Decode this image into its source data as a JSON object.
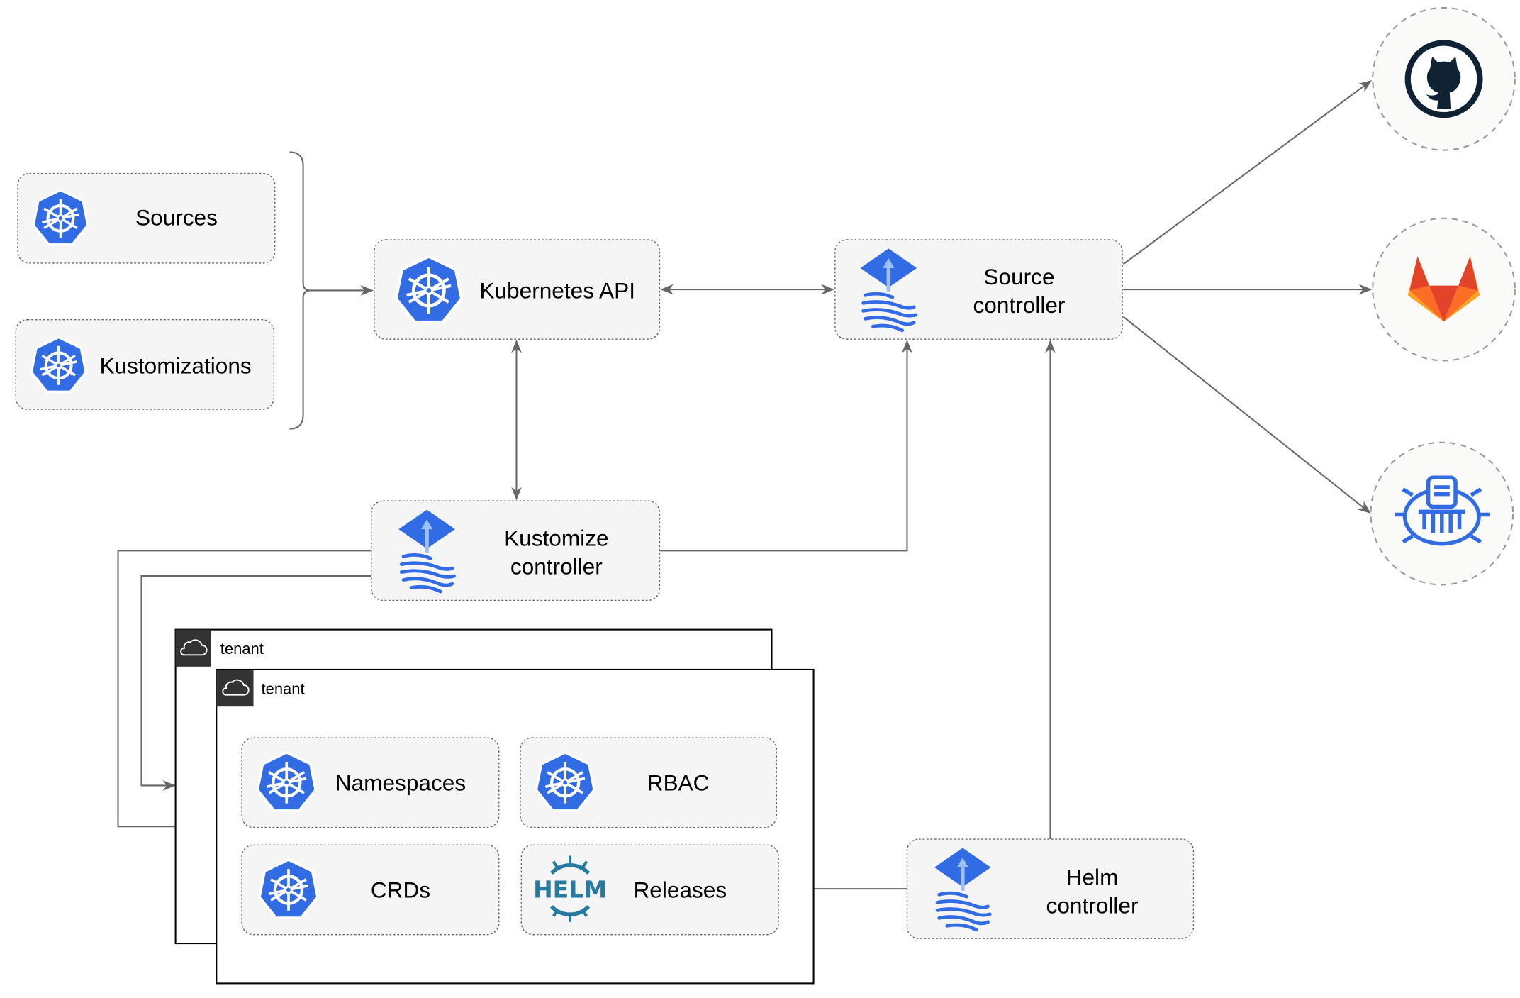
{
  "nodes": {
    "sources": "Sources",
    "kustomizations": "Kustomizations",
    "kubernetes_api": "Kubernetes API",
    "source_controller": [
      "Source",
      "controller"
    ],
    "kustomize_controller": [
      "Kustomize",
      "controller"
    ],
    "helm_controller": [
      "Helm",
      "controller"
    ],
    "namespaces": "Namespaces",
    "rbac": "RBAC",
    "crds": "CRDs",
    "releases": "Releases"
  },
  "tenants": [
    "tenant",
    "tenant"
  ],
  "icons": {
    "kubernetes": "kubernetes-icon",
    "flux": "flux-icon",
    "helm": "helm-icon",
    "github": "github-icon",
    "gitlab": "gitlab-icon",
    "bucket": "bucket-icon",
    "cloud": "cloud-icon"
  },
  "helm_logo_text": "HELM",
  "colors": {
    "kubernetes_blue": "#326CE5",
    "helm_blue": "#277A9F",
    "github_dark": "#0F2233",
    "gitlab_orange": "#E24329"
  }
}
